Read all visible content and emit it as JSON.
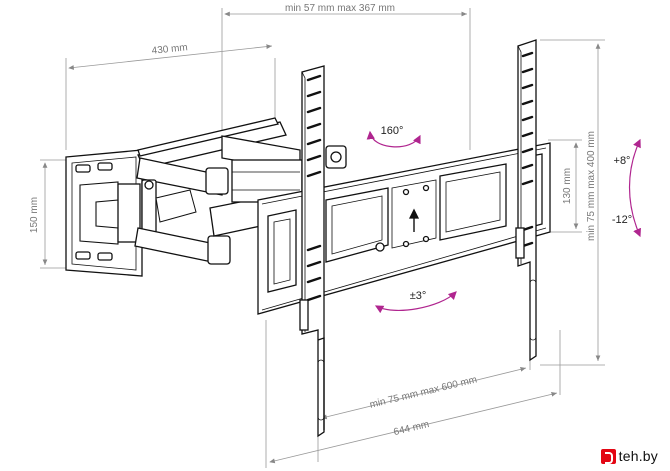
{
  "dimensions": {
    "distance": "min 57 mm max 367 mm",
    "arm_length": "430 mm",
    "wall_plate_height": "150 mm",
    "bracket_height": "130 mm",
    "vesa_vertical": "min 75 mm max 400 mm",
    "vesa_horizontal": "min 75 mm max 600 mm",
    "overall_width": "644 mm"
  },
  "angles": {
    "swivel": "160°",
    "tilt_up": "+8°",
    "tilt_down": "-12°",
    "level": "±3°"
  },
  "colors": {
    "line": "#111111",
    "dimension": "#888888",
    "arrow": "#b0258f"
  },
  "watermark": {
    "text": "teh.by"
  }
}
